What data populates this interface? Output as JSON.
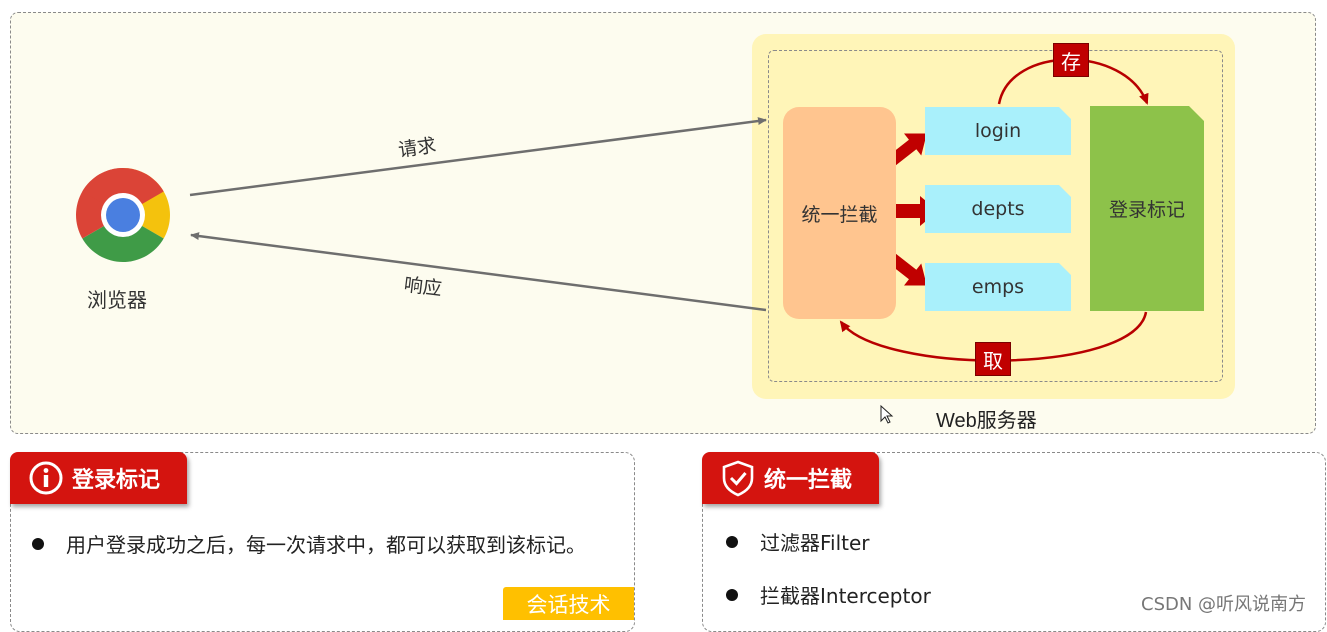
{
  "diagram": {
    "browser_label": "浏览器",
    "request_label": "请求",
    "response_label": "响应",
    "interceptor_label": "统一拦截",
    "endpoints": [
      "login",
      "depts",
      "emps"
    ],
    "login_flag_label": "登录标记",
    "store_tag": "存",
    "fetch_tag": "取",
    "server_label": "Web服务器"
  },
  "cards": {
    "login_flag": {
      "title": "登录标记",
      "icon": "info-icon",
      "bullets": [
        "用户登录成功之后，每一次请求中，都可以获取到该标记。"
      ],
      "badge": "会话技术"
    },
    "interceptor": {
      "title": "统一拦截",
      "icon": "shield-check-icon",
      "bullets": [
        "过滤器Filter",
        "拦截器Interceptor"
      ]
    }
  },
  "watermark": "CSDN @听风说南方",
  "colors": {
    "accent_red": "#d4140f",
    "interceptor": "#ffc58f",
    "endpoint": "#a9f0fb",
    "login_flag": "#8dc24a",
    "server_bg": "#fff5b8",
    "badge": "#ffc000"
  }
}
